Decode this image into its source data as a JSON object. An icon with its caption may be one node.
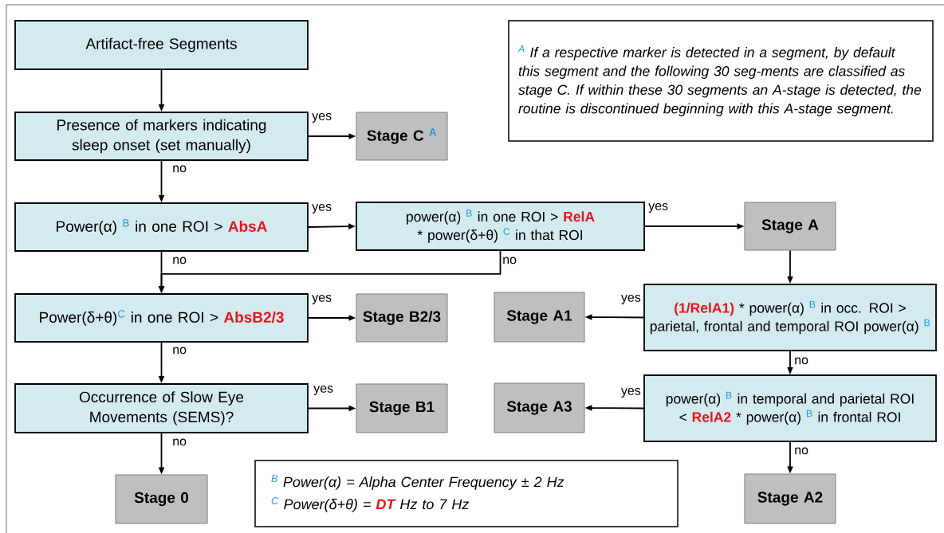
{
  "diagram": {
    "nodes": [
      {
        "text": [
          "Artifact-free Segments"
        ]
      },
      {
        "text": [
          "Presence of markers indicating sleep onset (set manually)"
        ]
      },
      {
        "text": [
          "Stage C $^{A}$"
        ]
      },
      {
        "text": [
          "$^{A}$ If a respective marker is detected in a segment, by default this segment and the following 30 seg-ments are classified as stage C. If within these 30 segments an A-stage is detected, the routine is discontinued beginning with this A-stage segment."
        ]
      },
      {
        "text": [
          "Power(α) $^{B}$ in one ROI > **AbsA**"
        ]
      },
      {
        "text": [
          "power(α) $^{B}$ in one ROI > **RelA** * power(δ+θ) $^{C}$ in that ROI"
        ]
      },
      {
        "text": [
          "Stage A"
        ]
      },
      {
        "text": [
          "Power(δ+θ)$^{C}$ in one ROI > **AbsB2/3**"
        ]
      },
      {
        "text": [
          "Stage B2/3"
        ]
      },
      {
        "text": [
          "**(1/RelA1)** * power(α) $^{B}$ in occ. ROI > parietal, frontal and temporal ROI power(α) $^{B}$"
        ]
      },
      {
        "text": [
          "Stage A1"
        ]
      },
      {
        "text": [
          "Occurrence of Slow Eye Movements (SEMS)?"
        ]
      },
      {
        "text": [
          "Stage B1"
        ]
      },
      {
        "text": [
          "power(α) $^{B}$ in temporal and parietal ROI < **RelA2** * power(α) $^{B}$ in frontal ROI"
        ]
      },
      {
        "text": [
          "Stage A3"
        ]
      },
      {
        "text": [
          "Stage 0"
        ]
      },
      {
        "text": [
          "$^{B}$ Power(α) = Alpha Center Frequency ± 2 Hz",
          "$^{C}$ Power(δ+θ) = **DT** Hz to 7 Hz"
        ]
      },
      {
        "text": [
          "Stage A2"
        ]
      }
    ],
    "edges": [
      {
        "from": 0,
        "to": 1,
        "arrow": "to"
      },
      {
        "from": 1,
        "to": 2,
        "arrow": "to",
        "label": "yes"
      },
      {
        "from": 1,
        "to": 4,
        "arrow": "to",
        "label": "no"
      },
      {
        "from": 4,
        "to": 5,
        "arrow": "to",
        "label": "yes"
      },
      {
        "from": 4,
        "to": 7,
        "arrow": "to",
        "label": "no"
      },
      {
        "from": 5,
        "to": 7,
        "arrow": "to",
        "label": "no"
      },
      {
        "from": 5,
        "to": 6,
        "arrow": "to",
        "label": "yes"
      },
      {
        "from": 6,
        "to": 9,
        "arrow": "to"
      },
      {
        "from": 7,
        "to": 8,
        "arrow": "to",
        "label": "yes"
      },
      {
        "from": 7,
        "to": 11,
        "arrow": "to",
        "label": "no"
      },
      {
        "from": 9,
        "to": 10,
        "arrow": "to",
        "label": "yes"
      },
      {
        "from": 9,
        "to": 13,
        "arrow": "to",
        "label": "no"
      },
      {
        "from": 11,
        "to": 12,
        "arrow": "to",
        "label": "yes"
      },
      {
        "from": 11,
        "to": 15,
        "arrow": "to",
        "label": "no"
      },
      {
        "from": 13,
        "to": 14,
        "arrow": "to",
        "label": "yes"
      },
      {
        "from": 13,
        "to": 17,
        "arrow": "to",
        "label": "no"
      }
    ]
  }
}
